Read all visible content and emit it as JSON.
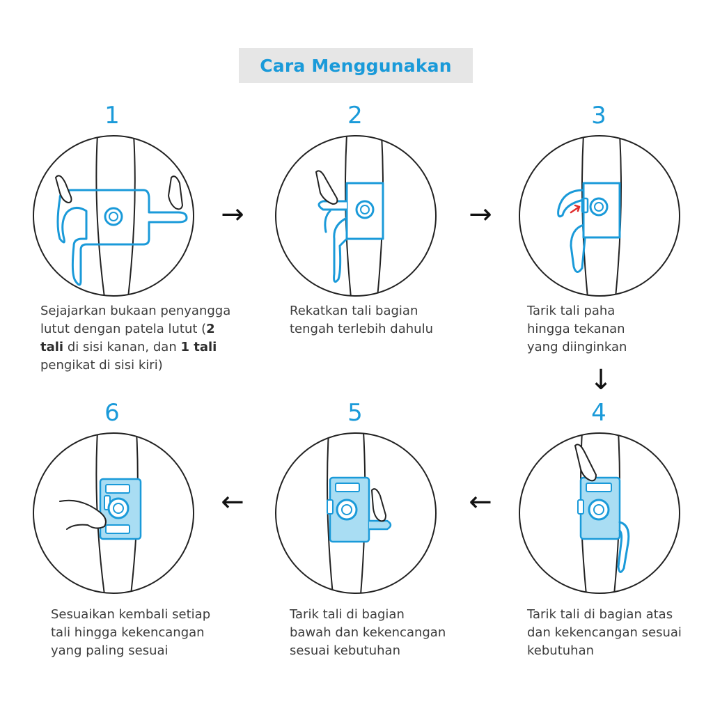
{
  "header": {
    "title": "Cara Menggunakan"
  },
  "colors": {
    "accent": "#1a9ad9",
    "brace_fill": "#a9ddf3",
    "line": "#222222",
    "pointer": "#e02b2b"
  },
  "steps": [
    {
      "number": "1",
      "text_before": "Sejajarkan bukaan penyangga lutut dengan patela lutut (",
      "bold_1": "2 tali",
      "text_mid": " di sisi kanan, dan ",
      "bold_2": "1 tali",
      "text_after": " pengikat di sisi kiri)"
    },
    {
      "number": "2",
      "text": "Rekatkan tali bagian tengah terlebih dahulu"
    },
    {
      "number": "3",
      "text": "Tarik tali paha hingga tekanan yang diinginkan"
    },
    {
      "number": "4",
      "text": "Tarik tali di bagian atas dan kekencangan sesuai kebutuhan"
    },
    {
      "number": "5",
      "text": "Tarik tali di bagian bawah dan kekencangan sesuai kebutuhan"
    },
    {
      "number": "6",
      "text": "Sesuaikan kembali setiap tali hingga kekencangan yang paling sesuai"
    }
  ],
  "arrows": {
    "right": "→",
    "down": "↓",
    "left": "←"
  }
}
